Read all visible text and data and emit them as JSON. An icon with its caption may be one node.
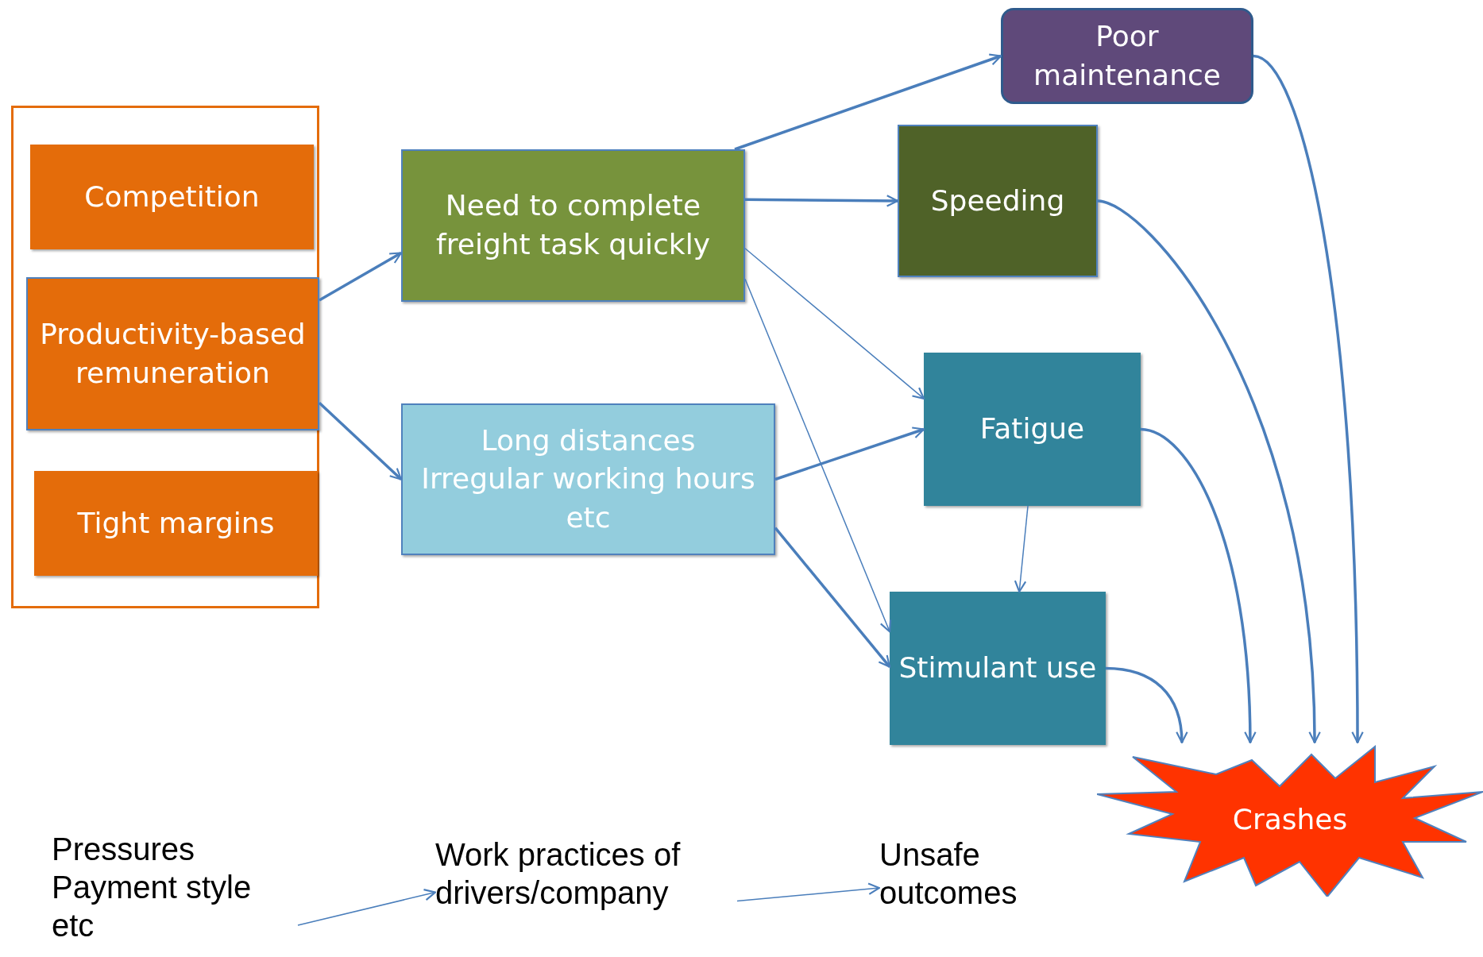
{
  "diagram": {
    "nodes": [
      {
        "text": [],
        "shape": "box"
      },
      {
        "text": [
          "Competition"
        ],
        "in": 0
      },
      {
        "text": [
          "Productivity-based remuneration"
        ],
        "in": 0
      },
      {
        "text": [
          "Tight margins"
        ],
        "in": 0
      },
      {
        "text": [
          "Need to complete freight task quickly"
        ]
      },
      {
        "text": [
          "Long distances",
          "Irregular working hours etc"
        ]
      },
      {
        "text": [
          "Poor maintenance"
        ]
      },
      {
        "text": [
          "Speeding"
        ]
      },
      {
        "text": [
          "Fatigue"
        ]
      },
      {
        "text": [
          "Stimulant use"
        ]
      },
      {
        "text": [
          "Crashes"
        ]
      },
      {
        "text": [
          "Pressures Payment style etc"
        ]
      },
      {
        "text": [
          "Work practices of drivers/company"
        ]
      },
      {
        "text": [
          "Unsafe outcomes"
        ]
      }
    ],
    "edges": [
      {
        "from": 2,
        "to": 4,
        "arrow": "to"
      },
      {
        "from": 2,
        "to": 5,
        "arrow": "to"
      },
      {
        "from": 4,
        "to": 6,
        "arrow": "to"
      },
      {
        "from": 4,
        "to": 7,
        "arrow": "to"
      },
      {
        "from": 4,
        "to": 8,
        "arrow": "to"
      },
      {
        "from": 4,
        "to": 9,
        "arrow": "to"
      },
      {
        "from": 5,
        "to": 8,
        "arrow": "to"
      },
      {
        "from": 5,
        "to": 9,
        "arrow": "to"
      },
      {
        "from": 8,
        "to": 9,
        "arrow": "to"
      },
      {
        "from": 6,
        "to": 10,
        "arrow": "to"
      },
      {
        "from": 7,
        "to": 10,
        "arrow": "to"
      },
      {
        "from": 8,
        "to": 10,
        "arrow": "to"
      },
      {
        "from": 9,
        "to": 10,
        "arrow": "to"
      },
      {
        "from": 11,
        "to": 12,
        "arrow": "to"
      },
      {
        "from": 12,
        "to": 13,
        "arrow": "to"
      }
    ]
  }
}
